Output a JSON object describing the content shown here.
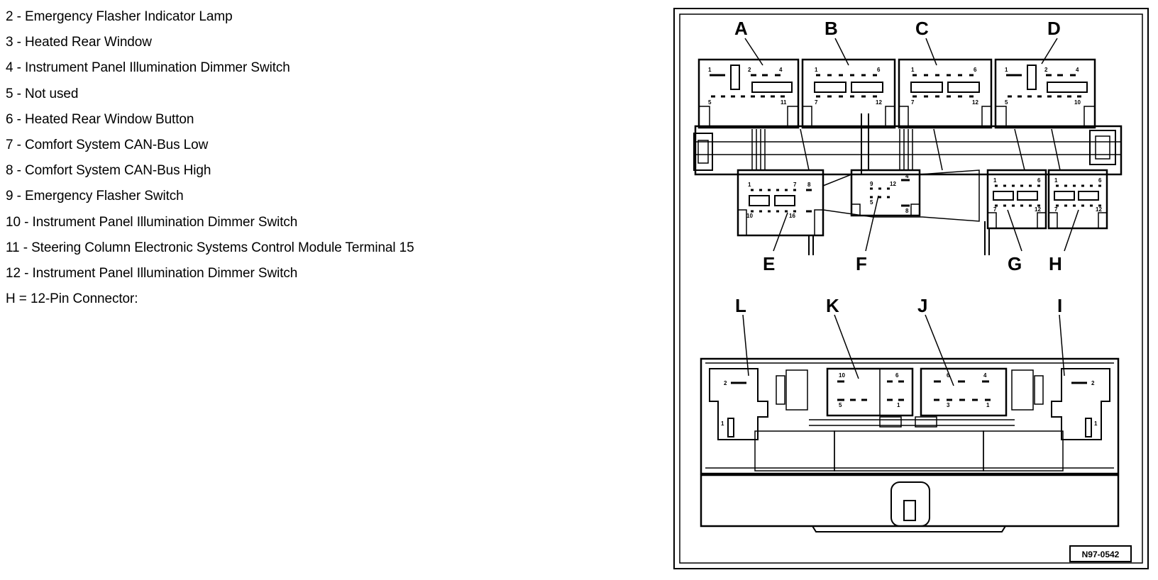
{
  "legend": [
    "2 - Emergency Flasher Indicator Lamp",
    "3 - Heated Rear Window",
    "4 - Instrument Panel Illumination Dimmer Switch",
    "5 - Not used",
    "6 - Heated Rear Window Button",
    "7 - Comfort System CAN-Bus Low",
    "8 - Comfort System CAN-Bus High",
    "9 - Emergency Flasher Switch",
    "10 - Instrument Panel Illumination Dimmer Switch",
    "11 - Steering Column Electronic Systems Control Module Terminal 15",
    "12 - Instrument Panel Illumination Dimmer Switch",
    "H = 12-Pin Connector:"
  ],
  "diagram": {
    "labels_top": [
      "A",
      "B",
      "C",
      "D",
      "E",
      "F",
      "G",
      "H"
    ],
    "labels_bottom": [
      "L",
      "K",
      "J",
      "I"
    ],
    "pins": {
      "a": [
        "1",
        "2",
        "4",
        "5",
        "11"
      ],
      "b": [
        "1",
        "6",
        "7",
        "12"
      ],
      "c": [
        "1",
        "6",
        "7",
        "12"
      ],
      "d": [
        "1",
        "2",
        "4",
        "5",
        "10"
      ],
      "e": [
        "1",
        "7",
        "8",
        "10",
        "16"
      ],
      "f": [
        "4",
        "9",
        "12",
        "5",
        "8"
      ],
      "g": [
        "1",
        "6",
        "7",
        "12"
      ],
      "h": [
        "1",
        "6",
        "7",
        "12"
      ],
      "l": [
        "2",
        "1"
      ],
      "k": [
        "10",
        "6",
        "5",
        "1"
      ],
      "j": [
        "6",
        "4",
        "3",
        "1"
      ],
      "i": [
        "2",
        "1"
      ]
    },
    "reference": "N97-0542"
  }
}
